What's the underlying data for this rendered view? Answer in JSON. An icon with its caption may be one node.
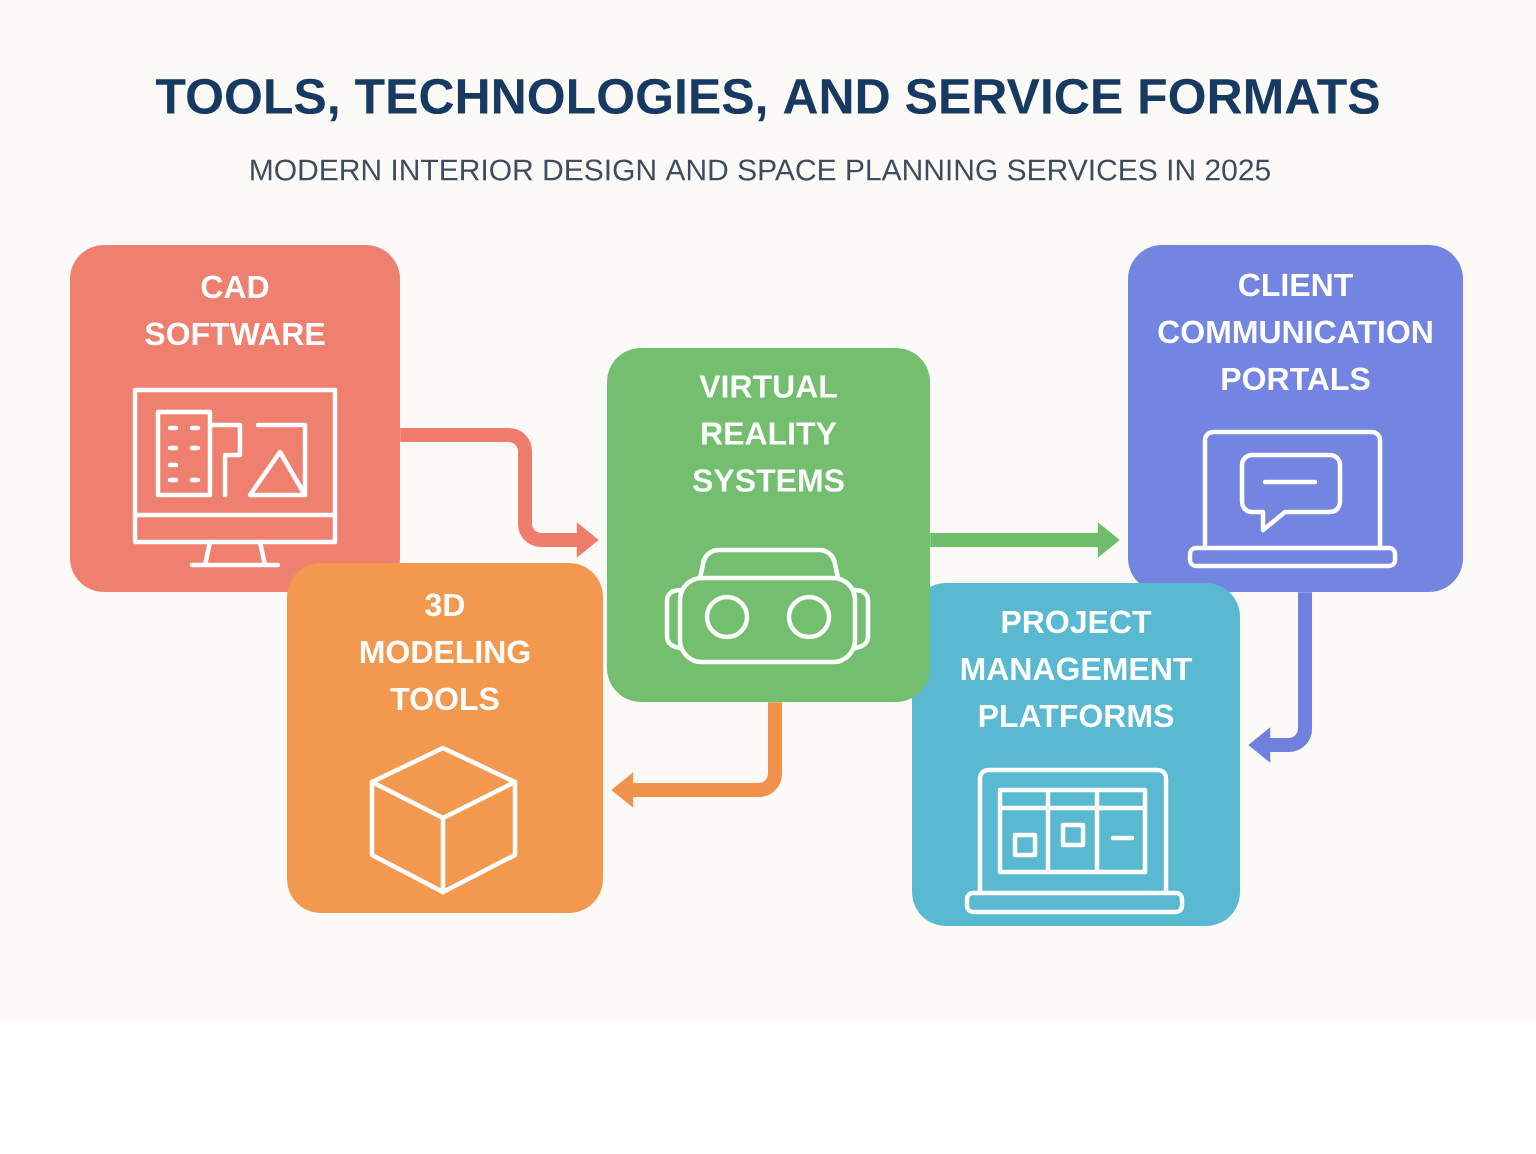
{
  "diagram": {
    "title": "TOOLS, TECHNOLOGIES, AND SERVICE FORMATS",
    "nodes": [
      {
        "text": [
          "CAD SOFTWARE"
        ]
      },
      {
        "text": [
          "3D MODELING TOOLS"
        ]
      },
      {
        "text": [
          "VIRTUAL REALITY SYSTEMS"
        ]
      },
      {
        "text": [
          "CLIENT COMMUNICATION PORTALS"
        ]
      },
      {
        "text": [
          "PROJECT MANAGEMENT PLATFORMS"
        ]
      }
    ],
    "edges": [
      {
        "from": 0,
        "to": 2,
        "arrow": "to",
        "color": "#ef7c6c"
      },
      {
        "from": 2,
        "to": 3,
        "arrow": "to",
        "color": "#6fbd6a"
      },
      {
        "from": 2,
        "to": 1,
        "arrow": "to",
        "color": "#f0924c"
      },
      {
        "from": 3,
        "to": 4,
        "arrow": "to",
        "color": "#6f80de"
      }
    ],
    "labels": [
      "MODERN INTERIOR DESIGN AND SPACE PLANNING SERVICES IN 2025"
    ]
  }
}
